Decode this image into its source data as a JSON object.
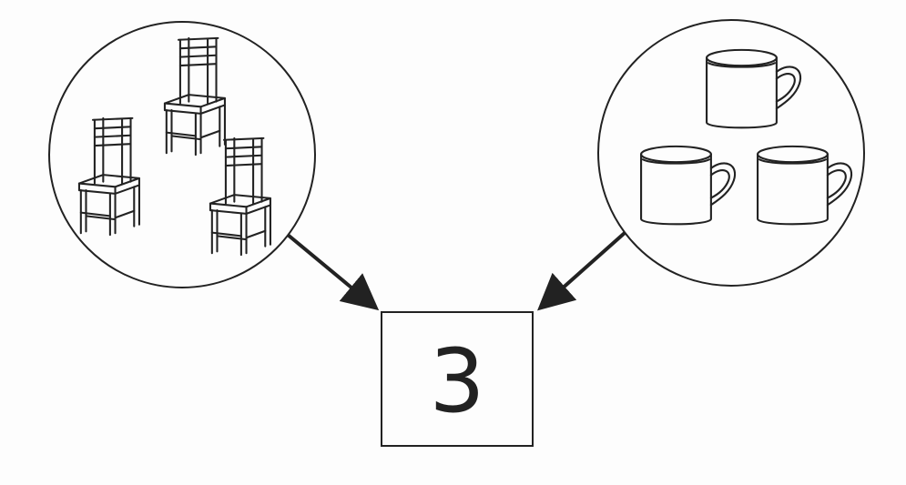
{
  "diagram": {
    "left_group": {
      "object": "chair",
      "count": 3,
      "icon": "chair-icon"
    },
    "right_group": {
      "object": "cup",
      "count": 3,
      "icon": "cup-icon"
    },
    "result": {
      "number": "3"
    }
  },
  "colors": {
    "stroke": "#222222",
    "background": "#fdfdfd"
  }
}
